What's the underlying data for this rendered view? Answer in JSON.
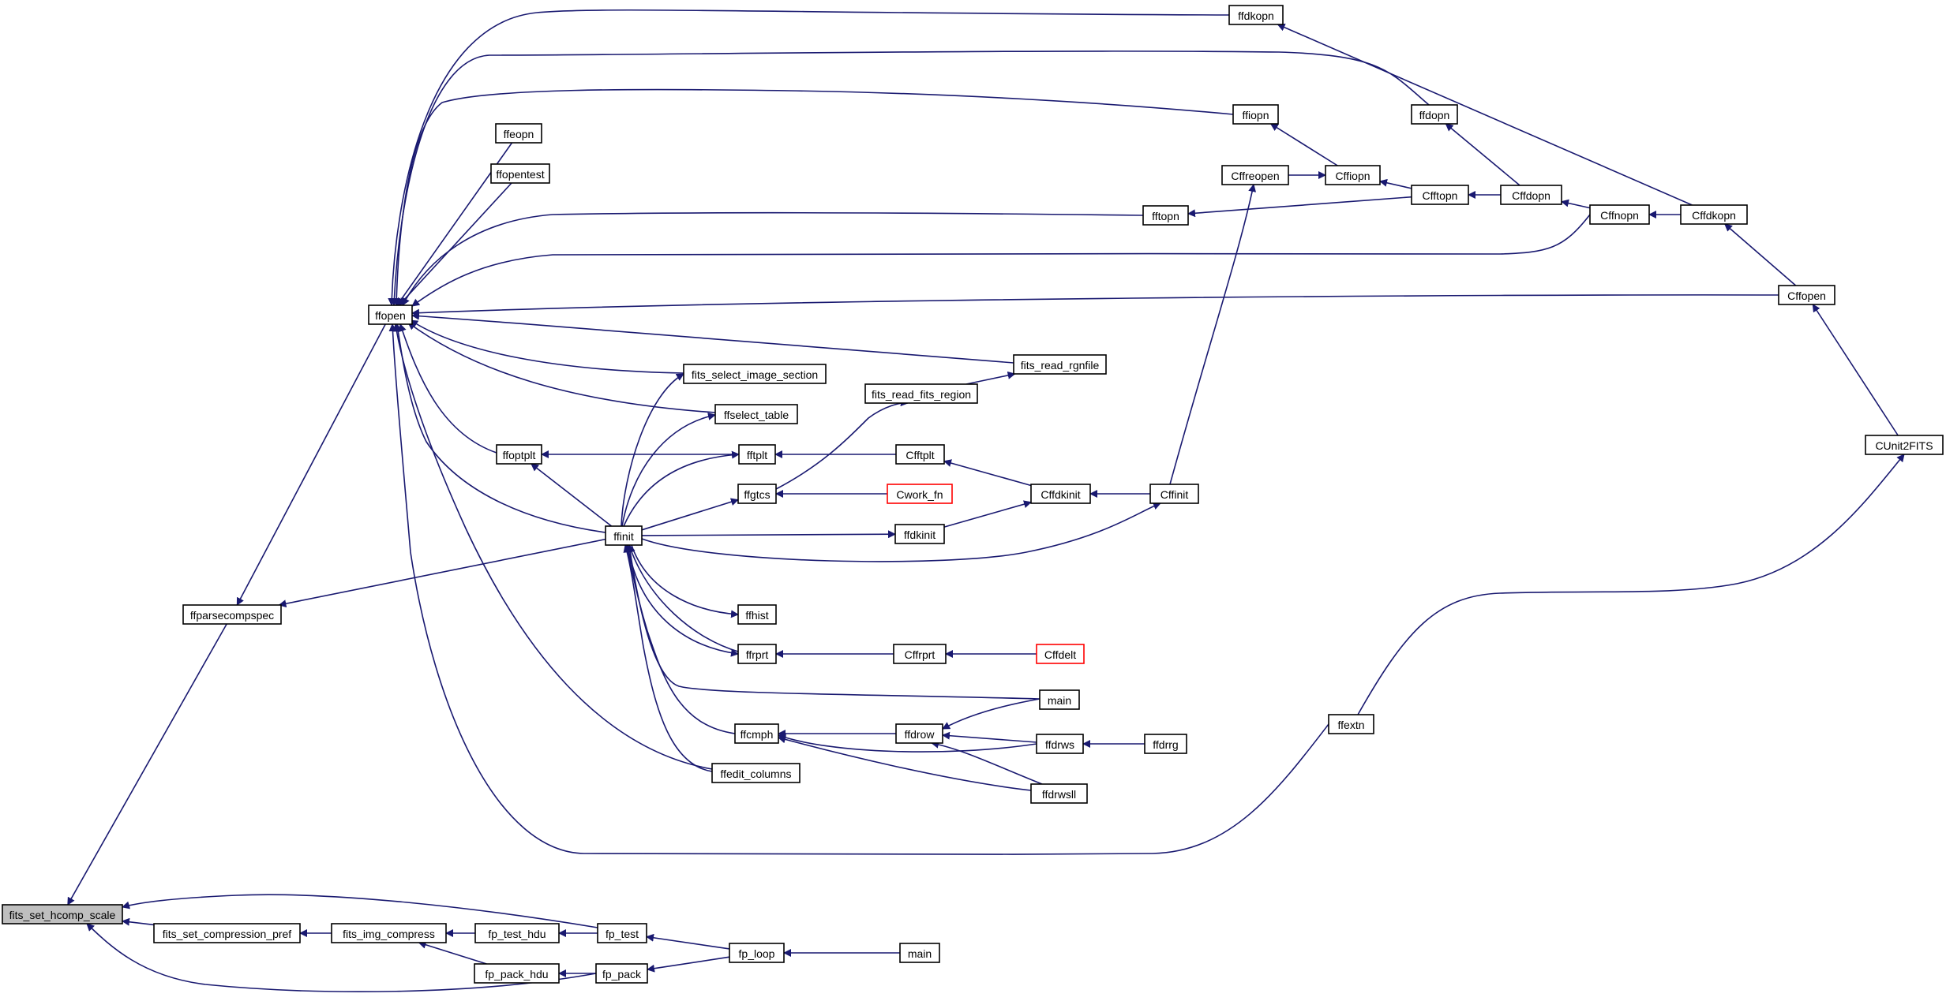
{
  "nodes": [
    {
      "id": "fits_set_hcomp_scale",
      "label": "fits_set_hcomp_scale",
      "style": "root"
    },
    {
      "id": "ffparsecompspec",
      "label": "ffparsecompspec"
    },
    {
      "id": "ffopen",
      "label": "ffopen"
    },
    {
      "id": "ffinit",
      "label": "ffinit"
    },
    {
      "id": "ffdkopn",
      "label": "ffdkopn"
    },
    {
      "id": "ffeopn",
      "label": "ffeopn"
    },
    {
      "id": "ffopentest",
      "label": "ffopentest"
    },
    {
      "id": "ffiopn",
      "label": "ffiopn"
    },
    {
      "id": "ffdopn",
      "label": "ffdopn"
    },
    {
      "id": "fftopn",
      "label": "fftopn"
    },
    {
      "id": "Cffreopen",
      "label": "Cffreopen"
    },
    {
      "id": "Cffiopn",
      "label": "Cffiopn"
    },
    {
      "id": "Cfftopn",
      "label": "Cfftopn"
    },
    {
      "id": "Cffdopn",
      "label": "Cffdopn"
    },
    {
      "id": "Cffnopn",
      "label": "Cffnopn"
    },
    {
      "id": "Cffdkopn",
      "label": "Cffdkopn"
    },
    {
      "id": "Cffopen",
      "label": "Cffopen"
    },
    {
      "id": "CUnit2FITS",
      "label": "CUnit2FITS"
    },
    {
      "id": "fits_select_image_section",
      "label": "fits_select_image_section"
    },
    {
      "id": "fits_read_rgnfile",
      "label": "fits_read_rgnfile"
    },
    {
      "id": "fits_read_fits_region",
      "label": "fits_read_fits_region"
    },
    {
      "id": "ffselect_table",
      "label": "ffselect_table"
    },
    {
      "id": "ffoptplt",
      "label": "ffoptplt"
    },
    {
      "id": "fftplt",
      "label": "fftplt"
    },
    {
      "id": "Cfftplt",
      "label": "Cfftplt"
    },
    {
      "id": "ffgtcs",
      "label": "ffgtcs"
    },
    {
      "id": "Cwork_fn",
      "label": "Cwork_fn",
      "style": "truncated"
    },
    {
      "id": "Cffdkinit",
      "label": "Cffdkinit"
    },
    {
      "id": "Cffinit",
      "label": "Cffinit"
    },
    {
      "id": "ffdkinit",
      "label": "ffdkinit"
    },
    {
      "id": "ffhist",
      "label": "ffhist"
    },
    {
      "id": "ffrprt",
      "label": "ffrprt"
    },
    {
      "id": "Cffrprt",
      "label": "Cffrprt"
    },
    {
      "id": "Cffdelt",
      "label": "Cffdelt",
      "style": "truncated"
    },
    {
      "id": "main1",
      "label": "main"
    },
    {
      "id": "ffcmph",
      "label": "ffcmph"
    },
    {
      "id": "ffdrow",
      "label": "ffdrow"
    },
    {
      "id": "ffdrws",
      "label": "ffdrws"
    },
    {
      "id": "ffdrrg",
      "label": "ffdrrg"
    },
    {
      "id": "ffedit_columns",
      "label": "ffedit_columns"
    },
    {
      "id": "ffdrwsll",
      "label": "ffdrwsll"
    },
    {
      "id": "ffextn",
      "label": "ffextn"
    },
    {
      "id": "fits_set_compression_pref",
      "label": "fits_set_compression_pref"
    },
    {
      "id": "fits_img_compress",
      "label": "fits_img_compress"
    },
    {
      "id": "fp_test_hdu",
      "label": "fp_test_hdu"
    },
    {
      "id": "fp_test",
      "label": "fp_test"
    },
    {
      "id": "fp_pack_hdu",
      "label": "fp_pack_hdu"
    },
    {
      "id": "fp_pack",
      "label": "fp_pack"
    },
    {
      "id": "fp_loop",
      "label": "fp_loop"
    },
    {
      "id": "main2",
      "label": "main"
    }
  ],
  "edges": [
    {
      "from": "ffparsecompspec",
      "to": "fits_set_hcomp_scale"
    },
    {
      "from": "fits_set_compression_pref",
      "to": "fits_set_hcomp_scale"
    },
    {
      "from": "fp_test",
      "to": "fits_set_hcomp_scale"
    },
    {
      "from": "fp_pack",
      "to": "fits_set_hcomp_scale"
    },
    {
      "from": "ffopen",
      "to": "ffparsecompspec"
    },
    {
      "from": "ffinit",
      "to": "ffparsecompspec"
    },
    {
      "from": "ffdkopn",
      "to": "ffopen"
    },
    {
      "from": "ffdopn",
      "to": "ffopen"
    },
    {
      "from": "ffiopn",
      "to": "ffopen"
    },
    {
      "from": "ffeopn",
      "to": "ffopen"
    },
    {
      "from": "ffopentest",
      "to": "ffopen"
    },
    {
      "from": "fftopn",
      "to": "ffopen"
    },
    {
      "from": "Cffnopn",
      "to": "ffopen"
    },
    {
      "from": "Cffopen",
      "to": "ffopen"
    },
    {
      "from": "fits_read_rgnfile",
      "to": "ffopen"
    },
    {
      "from": "fits_select_image_section",
      "to": "ffopen"
    },
    {
      "from": "ffselect_table",
      "to": "ffopen"
    },
    {
      "from": "ffoptplt",
      "to": "ffopen"
    },
    {
      "from": "ffinit",
      "to": "ffopen"
    },
    {
      "from": "ffedit_columns",
      "to": "ffopen"
    },
    {
      "from": "ffextn",
      "to": "ffopen"
    },
    {
      "from": "Cffdkopn",
      "to": "ffdkopn"
    },
    {
      "from": "Cffdopn",
      "to": "ffdopn"
    },
    {
      "from": "Cffiopn",
      "to": "ffiopn"
    },
    {
      "from": "Cfftopn",
      "to": "fftopn"
    },
    {
      "from": "Cffreopen",
      "to": "Cffiopn"
    },
    {
      "from": "Cfftopn",
      "to": "Cffiopn"
    },
    {
      "from": "Cffdopn",
      "to": "Cfftopn"
    },
    {
      "from": "Cffnopn",
      "to": "Cffdopn"
    },
    {
      "from": "Cffdkopn",
      "to": "Cffnopn"
    },
    {
      "from": "Cffopen",
      "to": "Cffdkopn"
    },
    {
      "from": "CUnit2FITS",
      "to": "Cffopen"
    },
    {
      "from": "ffextn",
      "to": "CUnit2FITS"
    },
    {
      "from": "Cffinit",
      "to": "Cffreopen"
    },
    {
      "from": "fits_read_fits_region",
      "to": "fits_read_rgnfile"
    },
    {
      "from": "ffgtcs",
      "to": "fits_read_fits_region"
    },
    {
      "from": "ffinit",
      "to": "fits_select_image_section"
    },
    {
      "from": "ffinit",
      "to": "ffselect_table"
    },
    {
      "from": "ffinit",
      "to": "ffoptplt"
    },
    {
      "from": "fftplt",
      "to": "ffoptplt"
    },
    {
      "from": "ffinit",
      "to": "fftplt"
    },
    {
      "from": "Cfftplt",
      "to": "fftplt"
    },
    {
      "from": "Cffdkinit",
      "to": "Cfftplt"
    },
    {
      "from": "ffinit",
      "to": "ffgtcs"
    },
    {
      "from": "Cwork_fn",
      "to": "ffgtcs"
    },
    {
      "from": "ffinit",
      "to": "ffdkinit"
    },
    {
      "from": "ffinit",
      "to": "Cffinit"
    },
    {
      "from": "ffdkinit",
      "to": "Cffdkinit"
    },
    {
      "from": "Cffinit",
      "to": "Cffdkinit"
    },
    {
      "from": "ffinit",
      "to": "ffhist"
    },
    {
      "from": "ffinit",
      "to": "ffrprt"
    },
    {
      "from": "ffrprt",
      "to": "ffinit"
    },
    {
      "from": "Cffrprt",
      "to": "ffrprt"
    },
    {
      "from": "Cffdelt",
      "to": "Cffrprt"
    },
    {
      "from": "main1",
      "to": "ffinit"
    },
    {
      "from": "ffcmph",
      "to": "ffinit"
    },
    {
      "from": "ffedit_columns",
      "to": "ffinit"
    },
    {
      "from": "ffdrow",
      "to": "ffcmph"
    },
    {
      "from": "ffdrws",
      "to": "ffcmph"
    },
    {
      "from": "ffdrwsll",
      "to": "ffcmph"
    },
    {
      "from": "main1",
      "to": "ffdrow"
    },
    {
      "from": "ffdrws",
      "to": "ffdrow"
    },
    {
      "from": "ffdrwsll",
      "to": "ffdrow"
    },
    {
      "from": "ffdrrg",
      "to": "ffdrws"
    },
    {
      "from": "fits_img_compress",
      "to": "fits_set_compression_pref"
    },
    {
      "from": "fp_test_hdu",
      "to": "fits_img_compress"
    },
    {
      "from": "fp_pack_hdu",
      "to": "fits_img_compress"
    },
    {
      "from": "fp_test",
      "to": "fp_test_hdu"
    },
    {
      "from": "fp_pack",
      "to": "fp_pack_hdu"
    },
    {
      "from": "fp_loop",
      "to": "fp_test"
    },
    {
      "from": "fp_loop",
      "to": "fp_pack"
    },
    {
      "from": "main2",
      "to": "fp_loop"
    }
  ]
}
